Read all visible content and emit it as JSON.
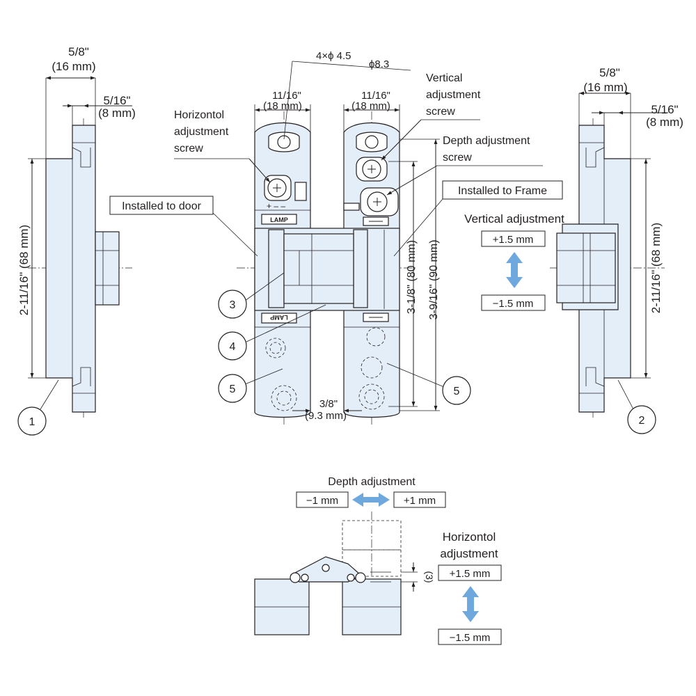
{
  "left_view": {
    "width_frac": "5/8\"",
    "width_mm": "(16 mm)",
    "offset_frac": "5/16\"",
    "offset_mm": "(8 mm)",
    "height_dim": "2-11/16\" (68 mm)",
    "callout": "1"
  },
  "right_view": {
    "width_frac": "5/8\"",
    "width_mm": "(16 mm)",
    "offset_frac": "5/16\"",
    "offset_mm": "(8 mm)",
    "height_dim": "2-11/16\" (68 mm)",
    "callout": "2",
    "vertical_adjustment_title": "Vertical adjustment",
    "vertical_plus": "+1.5 mm",
    "vertical_minus": "−1.5 mm"
  },
  "center_view": {
    "holes_label_a": "4×ϕ 4.5",
    "holes_label_b": "ϕ8.3",
    "left_width_frac": "11/16\"",
    "left_width_mm": "(18 mm)",
    "right_width_frac": "11/16\"",
    "right_width_mm": "(18 mm)",
    "horizontal_screw_label": [
      "Horizontol",
      "adjustment",
      "screw"
    ],
    "vertical_screw_label": [
      "Vertical",
      "adjustment",
      "screw"
    ],
    "depth_screw_label": [
      "Depth adjustment",
      "screw"
    ],
    "installed_door": "Installed to door",
    "installed_frame": "Installed to Frame",
    "brand_mark": "LAMP",
    "height_80": "3-1/8\" (80 mm)",
    "height_90": "3-9/16\" (90 mm)",
    "gap_frac": "3/8\"",
    "gap_mm": "(9.3 mm)",
    "callouts": [
      "3",
      "4",
      "5",
      "5"
    ]
  },
  "bottom_view": {
    "depth_title": "Depth adjustment",
    "depth_minus": "−1 mm",
    "depth_plus": "+1 mm",
    "offset_label": "(3)",
    "horizontal_title": [
      "Horizontol",
      "adjustment"
    ],
    "horizontal_plus": "+1.5 mm",
    "horizontal_minus": "−1.5 mm"
  },
  "colors": {
    "part_fill": "#e4eef9",
    "line": "#231f20",
    "arrow_blue": "#6fa8dc"
  }
}
